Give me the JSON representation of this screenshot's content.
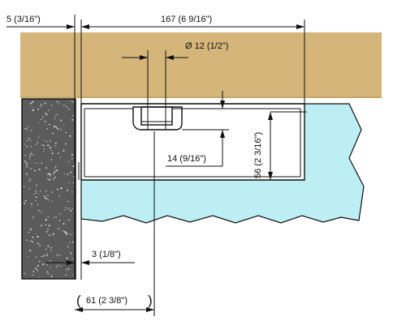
{
  "colors": {
    "countertop": "#d5b57a",
    "countertop_edge": "#c7a86c",
    "water": "#bdeef3",
    "basin": "#ffffff",
    "stone": "#5b5b5b",
    "stone_speckle": "#dcdcdc",
    "outline": "#111111"
  },
  "dimensions": {
    "offset_left": "5 (3/16\")",
    "overall_width": "167 (6  9/16\")",
    "hole_diameter": "Ø 12 (1/2\")",
    "hole_depth": "14 (9/16\")",
    "height": "56 (2  3/16\")",
    "gap": "3 (1/8\")",
    "reach": "61 (2  3/8\")"
  },
  "parens": {
    "open": "(",
    "close": ")"
  }
}
